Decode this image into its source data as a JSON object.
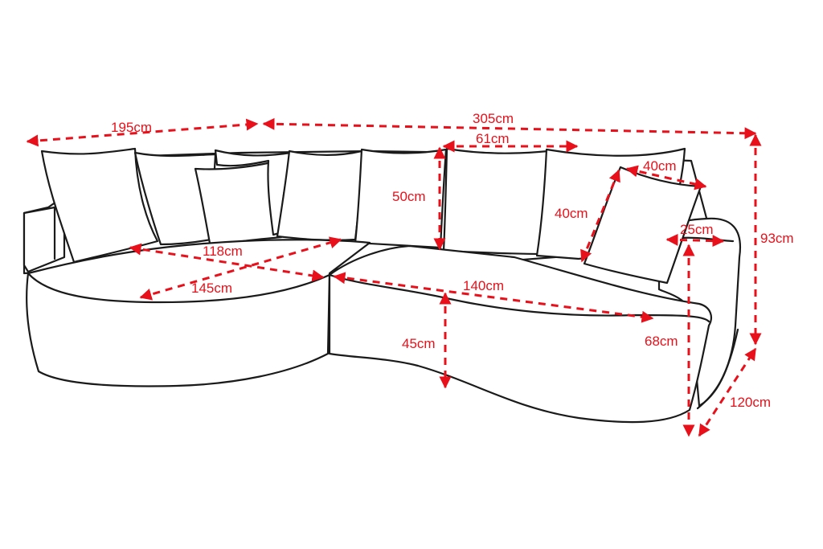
{
  "diagram": {
    "colors": {
      "dimension": "#e8101a",
      "outline": "#1a1a1a",
      "background": "#ffffff"
    },
    "dimensions": {
      "left_section_length": "195cm",
      "total_length": "305cm",
      "cushion_width": "61cm",
      "cushion_height": "50cm",
      "small_cushion_height": "40cm",
      "small_cushion_width": "40cm",
      "armrest_width": "25cm",
      "total_height": "93cm",
      "chaise_depth": "118cm",
      "chaise_length": "145cm",
      "seat_length": "140cm",
      "seat_height": "45cm",
      "arm_height": "68cm",
      "total_depth": "120cm"
    }
  }
}
